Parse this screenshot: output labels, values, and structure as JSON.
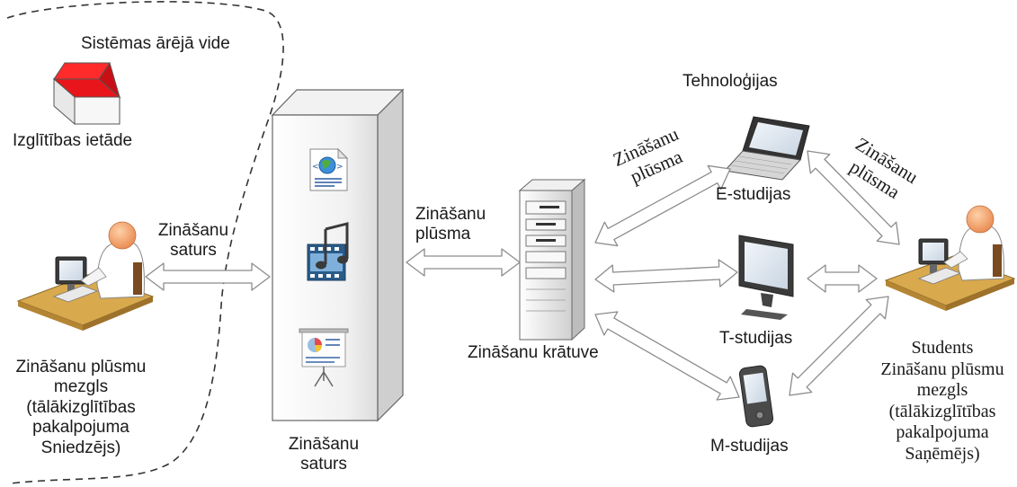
{
  "labels": {
    "external_env": "Sistēmas ārējā vide",
    "institution": "Izglītības ietāde",
    "technologies": "Tehnoloģijas",
    "content_flow_left_1": "Zināšanu",
    "content_flow_left_2": "saturs",
    "flow_mid_1": "Zināšanu",
    "flow_mid_2": "plūsma",
    "flow_estud_1": "Zināšanu",
    "flow_estud_2": "plūsma",
    "flow_student_1": "Zināšanu",
    "flow_student_2": "plūsma",
    "repository": "Zināšanu krātuve",
    "content_box_1": "Zināšanu",
    "content_box_2": "saturs"
  },
  "provider": {
    "lines": [
      "Zināšanu plūsmu",
      "mezgls",
      "(tālākizglītības",
      "pakalpojuma",
      "Sniedzējs)"
    ]
  },
  "student": {
    "lines": [
      "Students",
      "Zināšanu plūsmu",
      "mezgls",
      "(tālākizglītības",
      "pakalpojuma",
      "Saņēmējs)"
    ]
  },
  "channels": {
    "e": "E-studijas",
    "t": "T-studijas",
    "m": "M-studijas"
  },
  "colors": {
    "roof": "#e8161a",
    "desk": "#d9a94e",
    "arrow_fill": "#ffffff",
    "arrow_stroke": "#8c8c8c",
    "person_skin": "#f0a070"
  }
}
